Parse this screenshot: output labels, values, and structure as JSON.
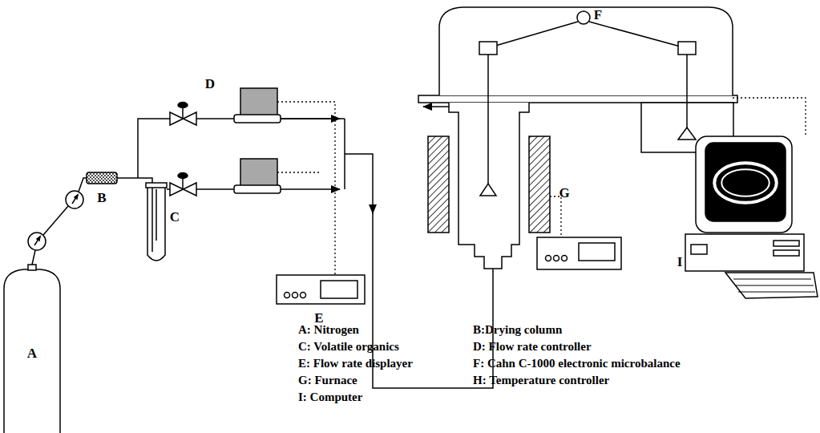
{
  "diagram": {
    "labels": [
      "A",
      "B",
      "C",
      "D",
      "E",
      "F",
      "G",
      "I",
      "A: Nitrogen",
      "B:Drying column",
      "C: Volatile organics",
      "D: Flow rate controller",
      "E: Flow rate displayer",
      "F: Cahn C-1000 electronic microbalance",
      "G: Furnace",
      "H: Temperature controller",
      "I: Computer"
    ]
  }
}
